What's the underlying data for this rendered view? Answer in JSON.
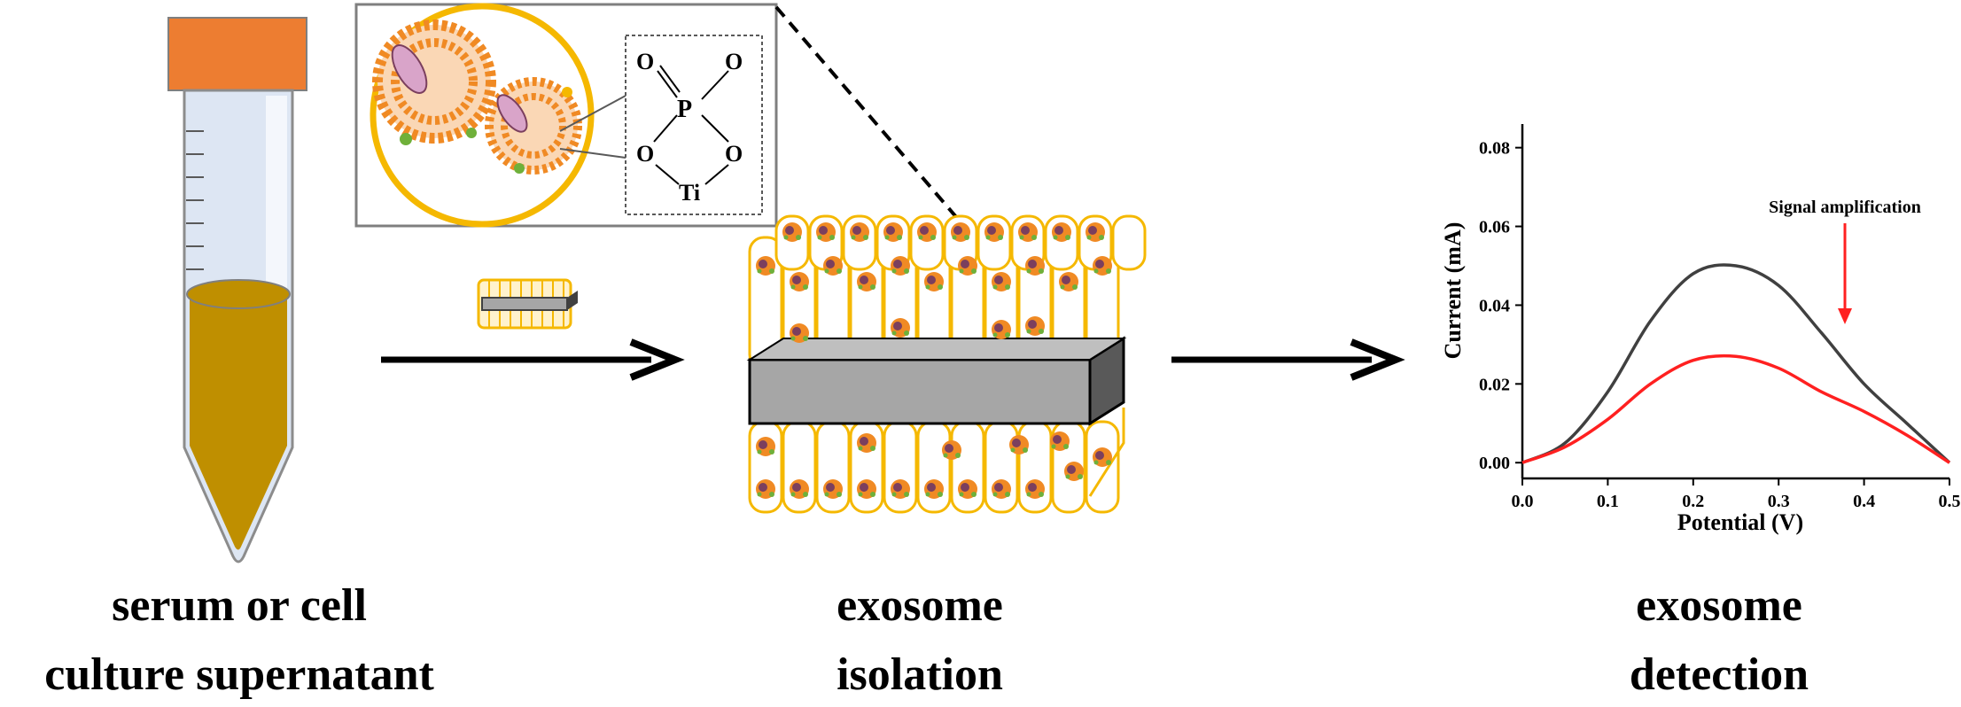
{
  "stages": {
    "sample": {
      "line1": "serum or cell",
      "line2": "culture supernatant"
    },
    "isolation": {
      "line1": "exosome",
      "line2": "isolation"
    },
    "detection": {
      "line1": "exosome",
      "line2": "detection"
    }
  },
  "chemistry": {
    "o_top_left": "O",
    "o_top_right": "O",
    "p": "P",
    "o_bottom_left": "O",
    "o_bottom_right": "O",
    "ti": "Ti"
  },
  "colors": {
    "tube_cap": "#ED7D31",
    "sample_liquid": "#BF8F00",
    "tube_glass": "#DDE6F3",
    "framework": "#F5B800",
    "substrate": "#A6A6A6",
    "exosome": "#F08A24",
    "protein": "#6FB03A",
    "curve_before": "#404040",
    "curve_after": "#FF2020"
  },
  "chart_data": {
    "type": "line",
    "xlabel": "Potential (V)",
    "ylabel": "Current (mA)",
    "xlim": [
      0.0,
      0.5
    ],
    "ylim": [
      -0.004,
      0.086
    ],
    "xticks": [
      "0.0",
      "0.1",
      "0.2",
      "0.3",
      "0.4",
      "0.5"
    ],
    "yticks": [
      "0.00",
      "0.02",
      "0.04",
      "0.06",
      "0.08"
    ],
    "annotation": "Signal amplification",
    "series": [
      {
        "color": "#404040",
        "x": [
          0.0,
          0.05,
          0.1,
          0.15,
          0.2,
          0.25,
          0.3,
          0.35,
          0.4,
          0.45,
          0.5
        ],
        "y": [
          0.0,
          0.005,
          0.018,
          0.036,
          0.048,
          0.05,
          0.045,
          0.033,
          0.02,
          0.01,
          0.0
        ]
      },
      {
        "color": "#FF2020",
        "x": [
          0.0,
          0.05,
          0.1,
          0.15,
          0.2,
          0.25,
          0.3,
          0.35,
          0.4,
          0.45,
          0.5
        ],
        "y": [
          0.0,
          0.004,
          0.011,
          0.02,
          0.026,
          0.027,
          0.024,
          0.018,
          0.013,
          0.007,
          0.0
        ]
      }
    ]
  }
}
